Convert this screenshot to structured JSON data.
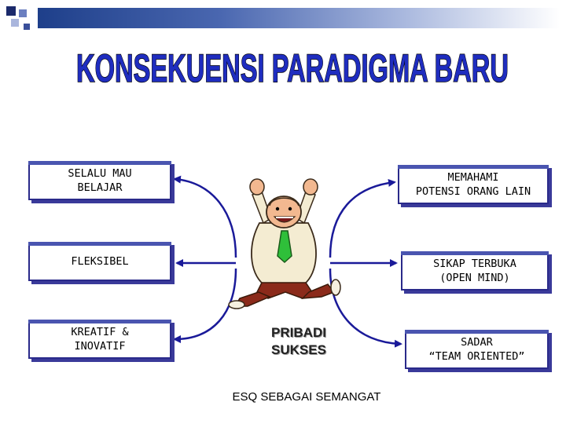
{
  "title": "KONSEKUENSI PARADIGMA BARU",
  "left_boxes": [
    "SELALU MAU\nBELAJAR",
    "FLEKSIBEL",
    "KREATIF &\nINOVATIF"
  ],
  "right_boxes": [
    "MEMAHAMI\nPOTENSI ORANG LAIN",
    "SIKAP TERBUKA\n(OPEN MIND)",
    "SADAR\n“TEAM ORIENTED”"
  ],
  "center_label": "PRIBADI\nSUKSES",
  "footer": "ESQ SEBAGAI SEMANGAT",
  "colors": {
    "title_fill": "#1f2dbf",
    "arrow": "#1a1a99",
    "box_border": "#2a2a8a"
  }
}
